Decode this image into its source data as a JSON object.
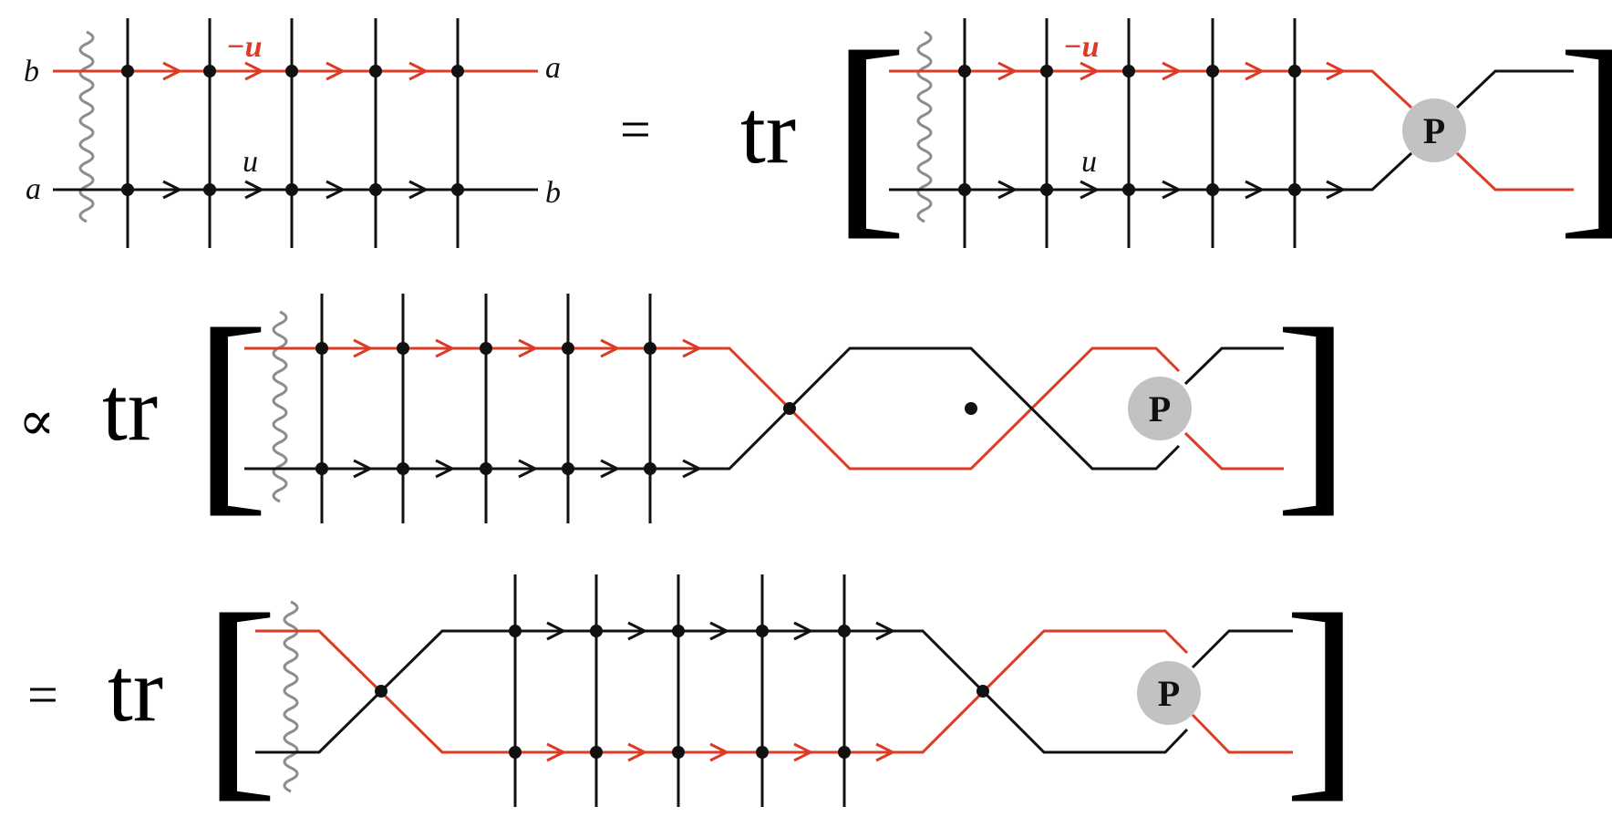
{
  "colors": {
    "red": "#dd3b26",
    "black": "#111111",
    "wavy": "#8c8c8c",
    "projector": "#c2c2c2"
  },
  "equation": {
    "row1": {
      "lhs_labels": {
        "top_left": "b",
        "top_right": "a",
        "bottom_left": "a",
        "bottom_right": "b",
        "top_spectral": "−u",
        "bottom_spectral": "u"
      },
      "equals": "=",
      "trace": "tr",
      "rhs_labels": {
        "top_spectral": "−u",
        "bottom_spectral": "u"
      },
      "projector": "P"
    },
    "row2": {
      "relation": "∝",
      "trace": "tr",
      "projector": "P"
    },
    "row3": {
      "relation": "=",
      "trace": "tr",
      "projector": "P"
    },
    "bracket_open": "[",
    "bracket_close": "]"
  }
}
